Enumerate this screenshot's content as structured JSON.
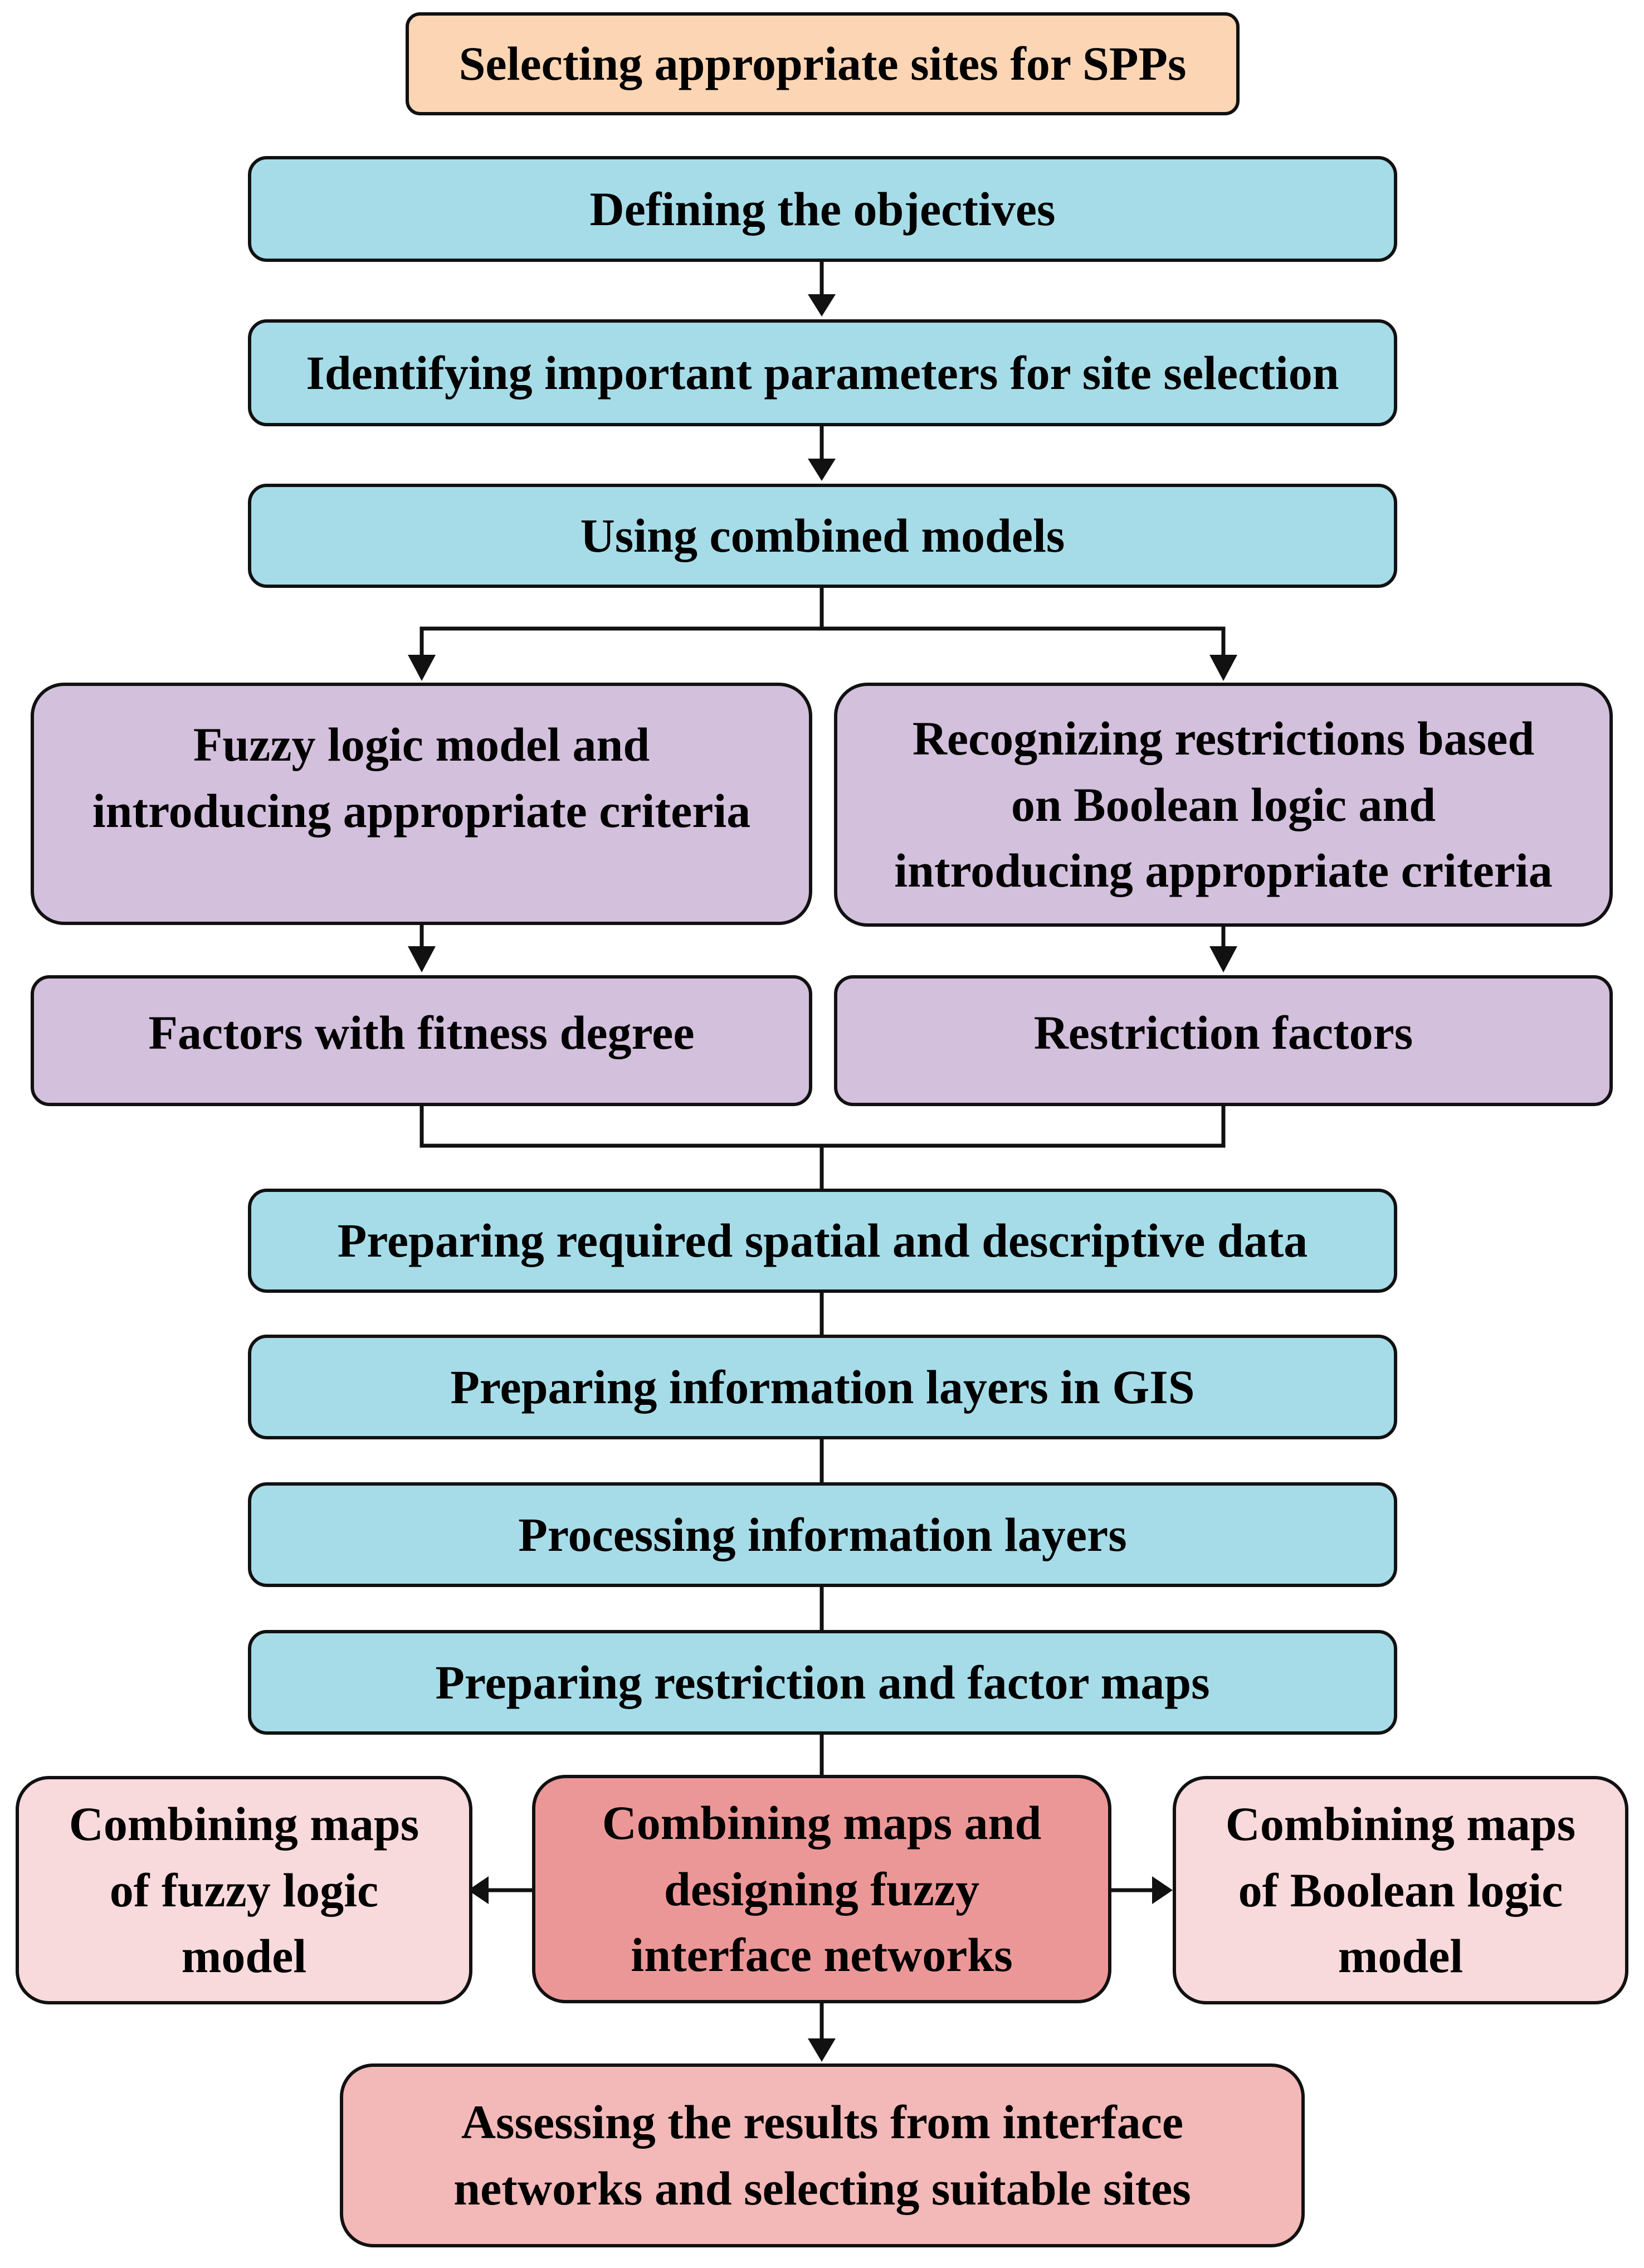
{
  "diagram": {
    "title": "Selecting appropriate sites for SPPs",
    "steps": {
      "define_objectives": "Defining the objectives",
      "identify_parameters": "Identifying important parameters for site selection",
      "combined_models": "Using combined models",
      "fuzzy_model": [
        "Fuzzy logic model and",
        "introducing appropriate criteria"
      ],
      "boolean_restrictions": [
        "Recognizing restrictions based",
        "on Boolean logic and",
        "introducing appropriate criteria"
      ],
      "fitness_factors": "Factors with fitness degree",
      "restriction_factors": "Restriction factors",
      "prepare_data": "Preparing required spatial and descriptive data",
      "prepare_layers": "Preparing information layers in GIS",
      "process_layers": "Processing information layers",
      "prepare_maps": "Preparing restriction and factor maps",
      "combine_fuzzy": [
        "Combining maps",
        "of fuzzy logic",
        "model"
      ],
      "combine_design": [
        "Combining maps and",
        "designing fuzzy",
        "interface networks"
      ],
      "combine_boolean": [
        "Combining maps",
        "of Boolean logic",
        "model"
      ],
      "assess_results": [
        "Assessing the results from interface",
        "networks and selecting suitable sites"
      ]
    }
  },
  "colors": {
    "title": "#fcd5b4",
    "process": "#a6dce8",
    "model": "#d3c0dc",
    "side_result": "#f8d9dc",
    "central_step": "#ec9797",
    "final": "#f3b8b8",
    "line": "#111111"
  }
}
